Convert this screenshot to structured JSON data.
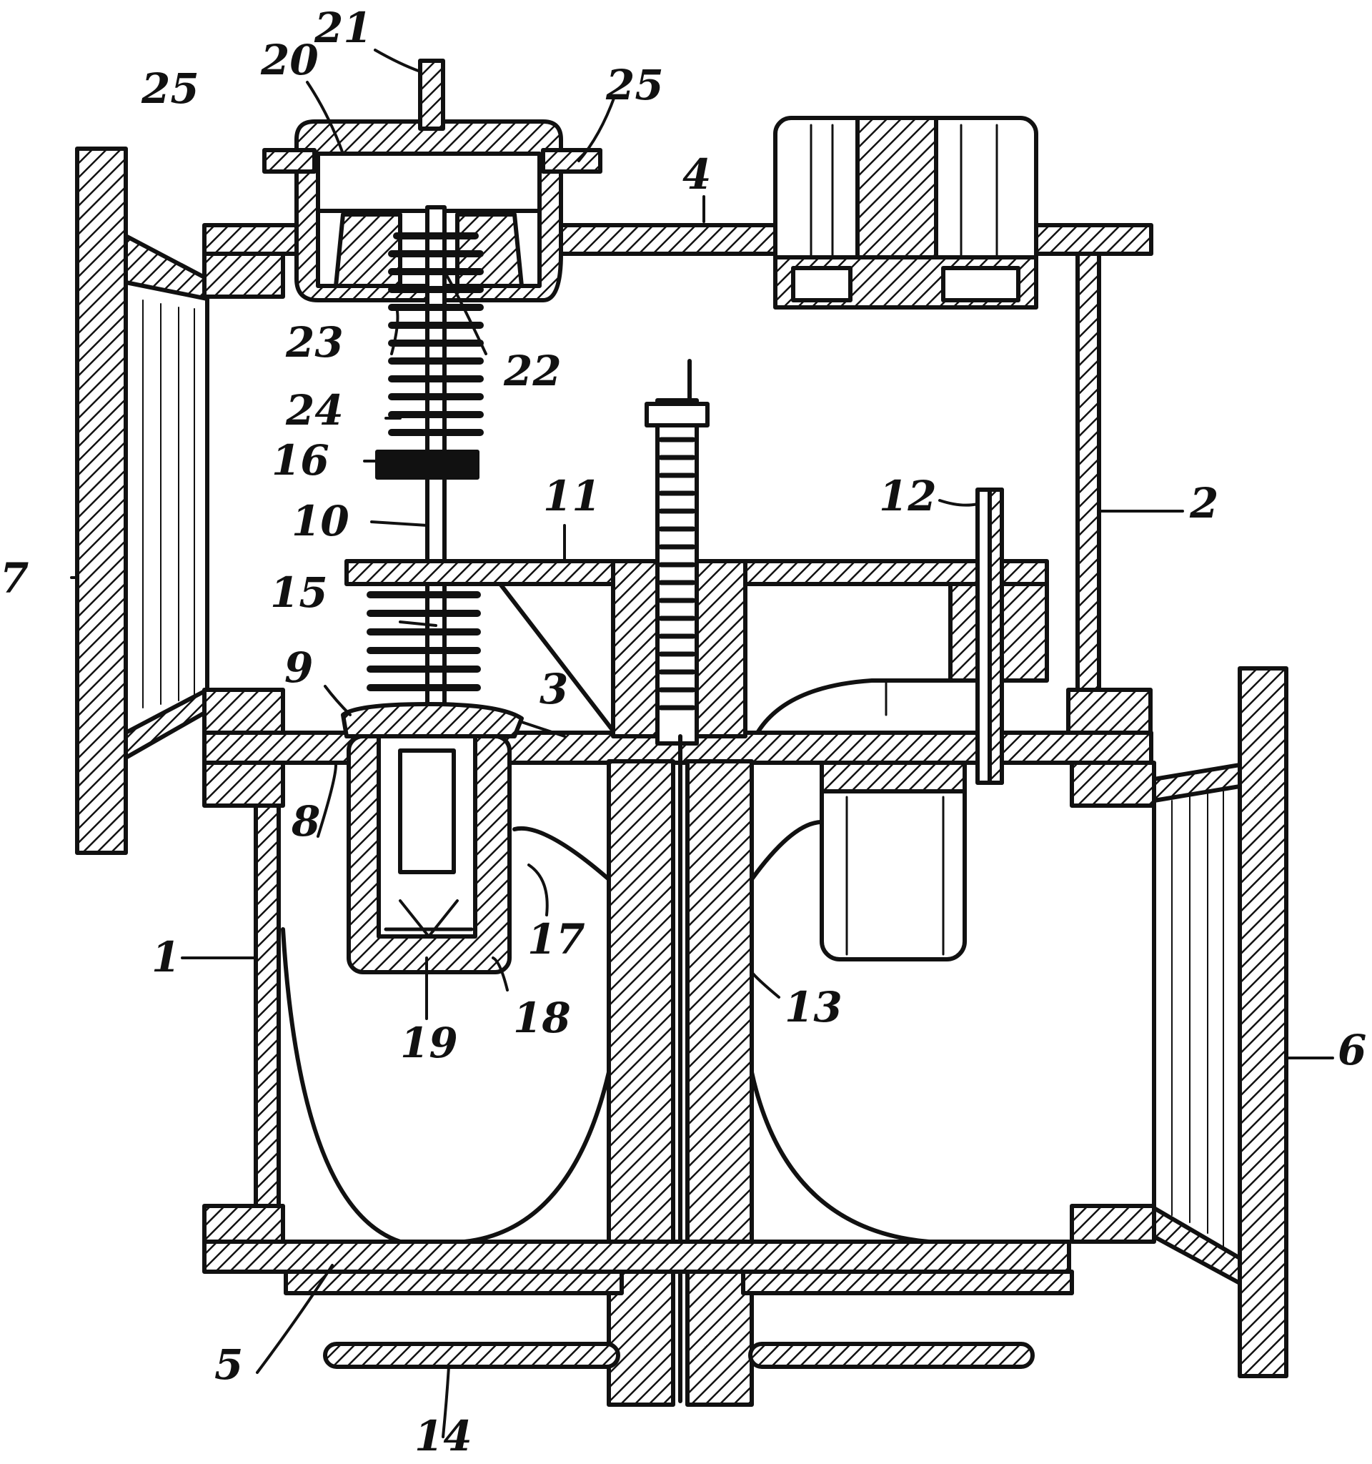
{
  "figure": {
    "labels": [
      {
        "id": "n21",
        "text": "21"
      },
      {
        "id": "n20",
        "text": "20"
      },
      {
        "id": "n25a",
        "text": "25"
      },
      {
        "id": "n25b",
        "text": "25"
      },
      {
        "id": "n4",
        "text": "4"
      },
      {
        "id": "n23",
        "text": "23"
      },
      {
        "id": "n22",
        "text": "22"
      },
      {
        "id": "n24",
        "text": "24"
      },
      {
        "id": "n16",
        "text": "16"
      },
      {
        "id": "n10",
        "text": "10"
      },
      {
        "id": "n11",
        "text": "11"
      },
      {
        "id": "n12",
        "text": "12"
      },
      {
        "id": "n2",
        "text": "2"
      },
      {
        "id": "n7",
        "text": "7"
      },
      {
        "id": "n15",
        "text": "15"
      },
      {
        "id": "n9",
        "text": "9"
      },
      {
        "id": "n3",
        "text": "3"
      },
      {
        "id": "n8",
        "text": "8"
      },
      {
        "id": "n17",
        "text": "17"
      },
      {
        "id": "n1",
        "text": "1"
      },
      {
        "id": "n19",
        "text": "19"
      },
      {
        "id": "n18",
        "text": "18"
      },
      {
        "id": "n13",
        "text": "13"
      },
      {
        "id": "n6",
        "text": "6"
      },
      {
        "id": "n5",
        "text": "5"
      },
      {
        "id": "n14",
        "text": "14"
      }
    ]
  },
  "colors": {
    "ink": "#111111",
    "paper": "#ffffff"
  }
}
